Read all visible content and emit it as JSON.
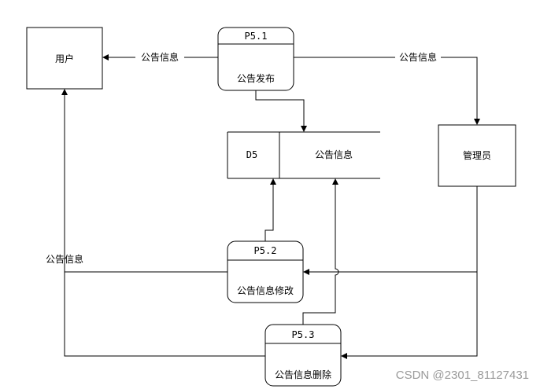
{
  "entities": {
    "user": "用户",
    "admin": "管理员"
  },
  "processes": [
    {
      "id": "P5.1",
      "name": "公告发布"
    },
    {
      "id": "P5.2",
      "name": "公告信息修改"
    },
    {
      "id": "P5.3",
      "name": "公告信息删除"
    }
  ],
  "datastore": {
    "id": "D5",
    "name": "公告信息"
  },
  "flows": {
    "p51_to_user": "公告信息",
    "p51_to_admin": "公告信息",
    "to_user_from_left": "公告信息"
  },
  "watermark": "CSDN @2301_81127431"
}
